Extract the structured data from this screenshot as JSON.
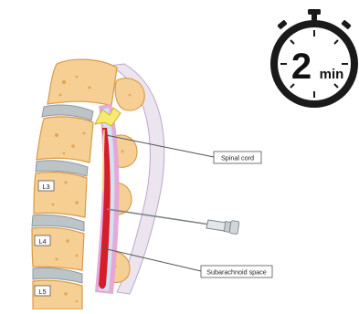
{
  "timer": {
    "value": "2",
    "unit": "min"
  },
  "vertebrae": [
    "L3",
    "L4",
    "L5"
  ],
  "labels": {
    "spinal_cord": "Spinal cord",
    "subarachnoid": "Subarachnoid space"
  },
  "colors": {
    "bone": "#f6cf95",
    "bone_dark": "#d99a45",
    "disc": "#bcc4c8",
    "cord": "#d41e2a",
    "dura": "#e6a4d8",
    "csf": "#cfe3f3",
    "stopwatch_ring": "#1a1a1a",
    "needle": "#9aa3aa"
  }
}
